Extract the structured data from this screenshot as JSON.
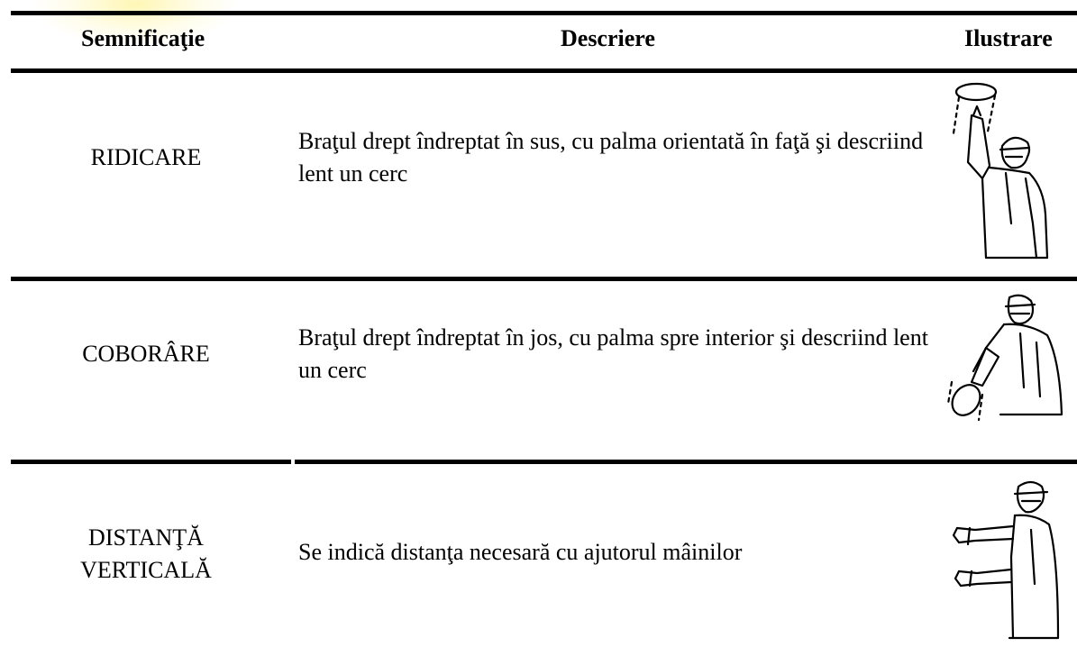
{
  "table": {
    "headers": {
      "meaning": "Semnificaţie",
      "description": "Descriere",
      "illustration": "Ilustrare"
    },
    "rows": [
      {
        "meaning": "RIDICARE",
        "description": "Braţul drept îndreptat în sus, cu palma orientată în faţă şi descriind lent un cerc",
        "illustration_icon": "worker-arm-up-circle-icon"
      },
      {
        "meaning": "COBORÂRE",
        "description": "Braţul drept îndreptat în jos, cu palma spre interior şi descriind lent un cerc",
        "illustration_icon": "worker-arm-down-circle-icon"
      },
      {
        "meaning_line1": "DISTANŢĂ",
        "meaning_line2": "VERTICALĂ",
        "description": "Se indică distanţa necesară cu ajutorul mâinilor",
        "illustration_icon": "worker-hands-distance-icon"
      }
    ]
  }
}
